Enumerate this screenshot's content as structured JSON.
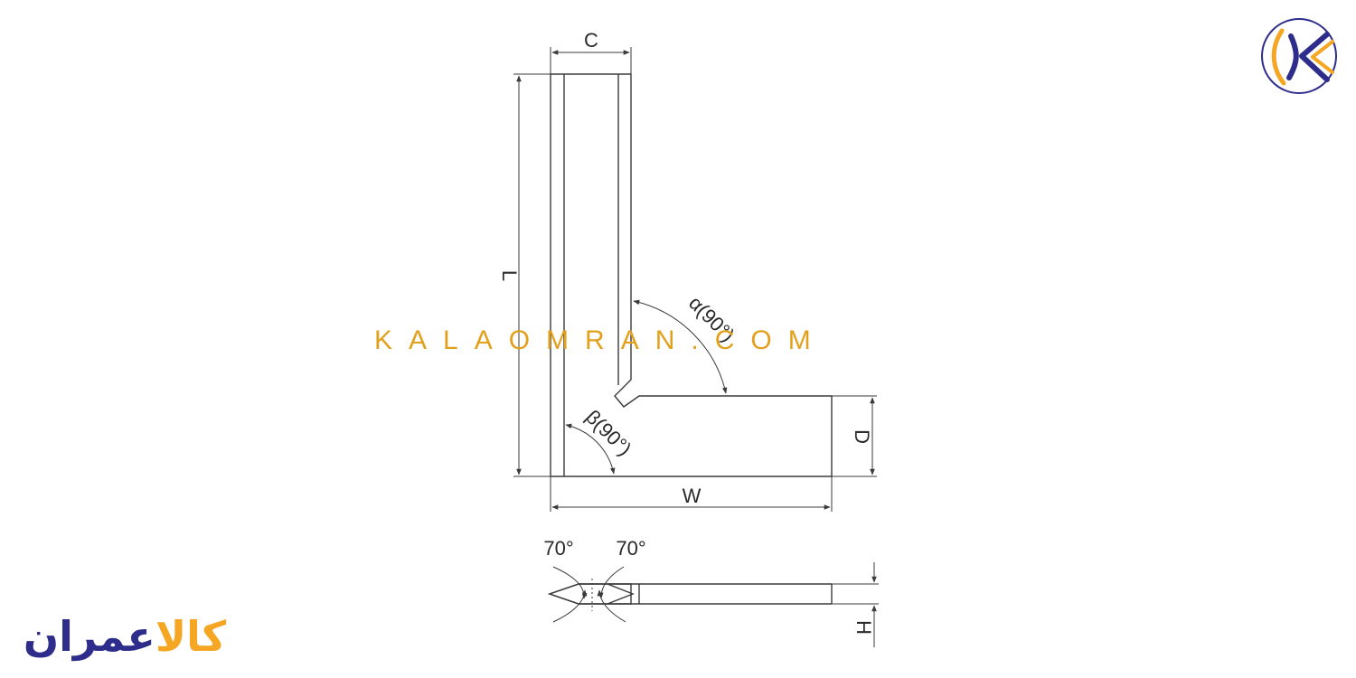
{
  "diagram": {
    "labels": {
      "c": "C",
      "l": "L",
      "w": "W",
      "d": "D",
      "h": "H",
      "alpha": "α(90°)",
      "beta": "β(90°)",
      "angle_left": "70°",
      "angle_right": "70°"
    }
  },
  "watermark": {
    "text": "KALAOMRAN.COM",
    "color": "#e2a01c"
  },
  "brand": {
    "text_dark": "عمران",
    "text_accent": "کالا",
    "color_dark": "#2e2d8c",
    "color_accent": "#f5a623",
    "logo_letter": "K"
  }
}
